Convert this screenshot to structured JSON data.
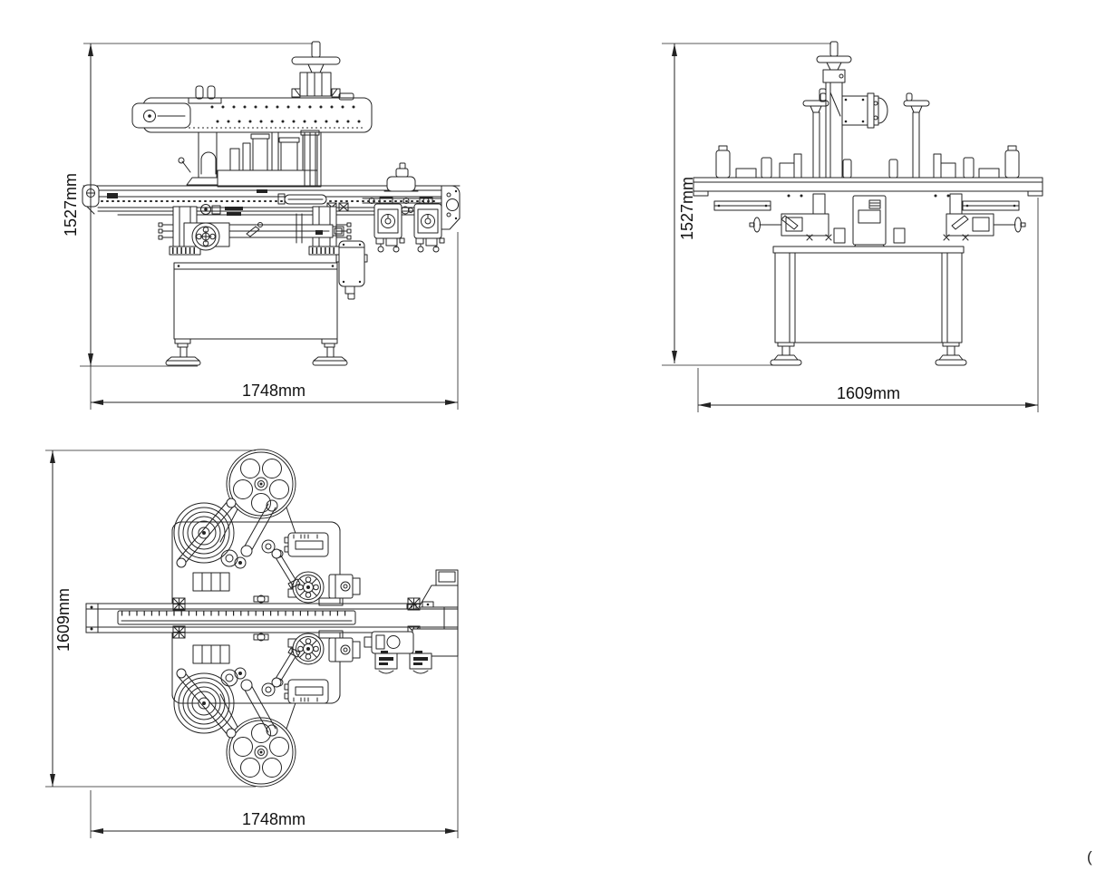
{
  "drawing": {
    "background": "#ffffff",
    "line_color": "#232323",
    "views": {
      "front": {
        "height_label": "1527mm",
        "width_label": "1748mm"
      },
      "side": {
        "height_label": "1527mm",
        "width_label": "1609mm"
      },
      "top": {
        "height_label": "1609mm",
        "width_label": "1748mm"
      }
    },
    "watermark_fragment": "("
  }
}
